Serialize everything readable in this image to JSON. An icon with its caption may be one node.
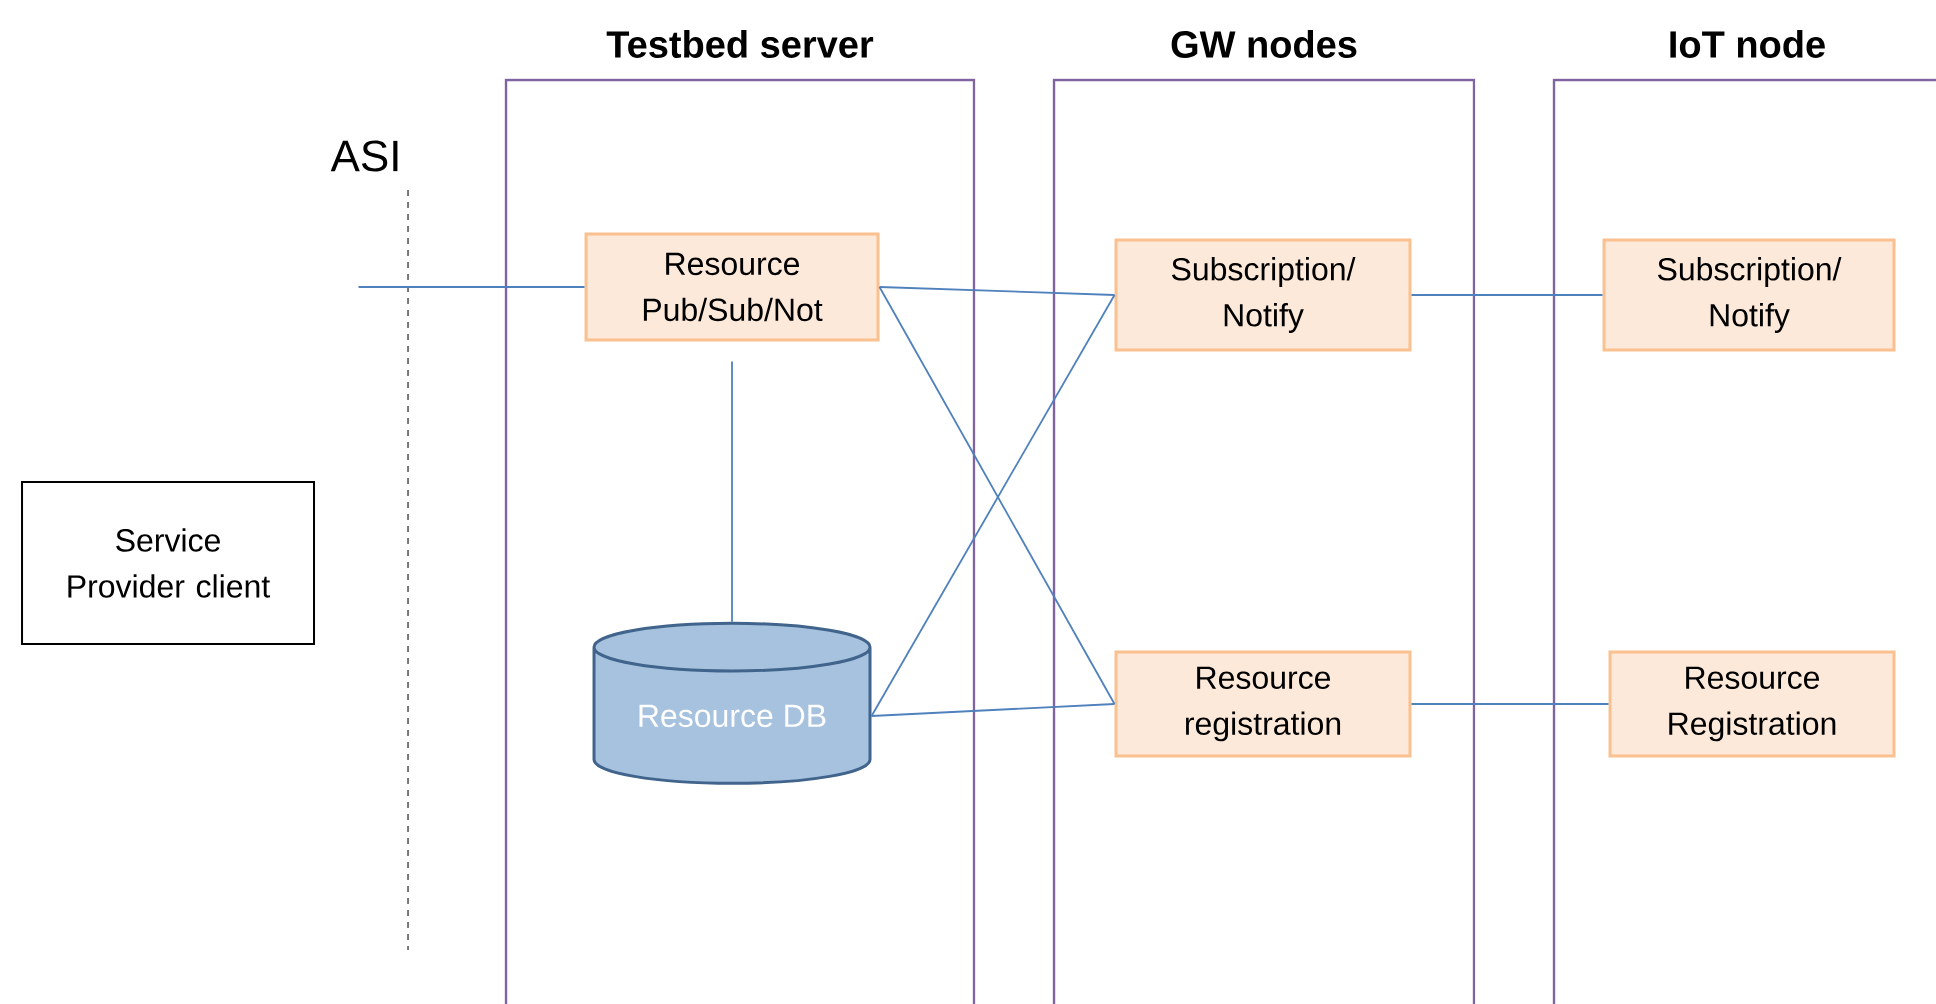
{
  "diagram": {
    "nodes": [
      {
        "text": [
          "Testbed server"
        ]
      },
      {
        "text": [
          "GW nodes"
        ]
      },
      {
        "text": [
          "IoT node"
        ]
      },
      {
        "text": [
          "Resource Pub/Sub/Not"
        ],
        "in": 0
      },
      {
        "text": [
          "Resource DB"
        ],
        "in": 0
      },
      {
        "text": [
          "Subscription/ Notify"
        ],
        "in": 1
      },
      {
        "text": [
          "Resource registration"
        ],
        "in": 1
      },
      {
        "text": [
          "Subscription/ Notify"
        ],
        "in": 2
      },
      {
        "text": [
          "Resource Registration"
        ],
        "in": 2
      },
      {
        "text": [
          "Service Provider client"
        ]
      }
    ],
    "edges": [
      {
        "from": null,
        "to": 3,
        "arrow": "none"
      },
      {
        "from": 3,
        "to": 4,
        "arrow": "none"
      },
      {
        "from": 3,
        "to": 5,
        "arrow": "none"
      },
      {
        "from": 3,
        "to": 6,
        "arrow": "none"
      },
      {
        "from": 4,
        "to": 5,
        "arrow": "none"
      },
      {
        "from": 4,
        "to": 6,
        "arrow": "none"
      },
      {
        "from": 5,
        "to": 7,
        "arrow": "none"
      },
      {
        "from": 6,
        "to": 8,
        "arrow": "none"
      }
    ],
    "labels": [
      "ASI"
    ]
  }
}
